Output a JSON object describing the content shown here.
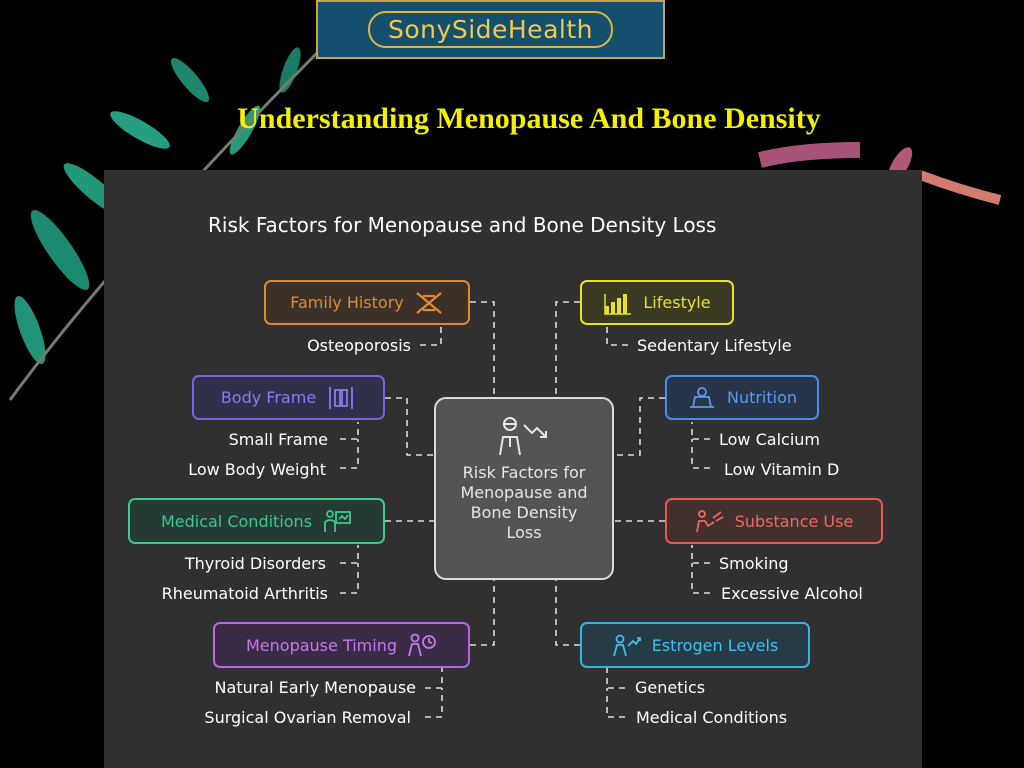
{
  "logo": {
    "text": "SonySideHealth"
  },
  "page_title": "Understanding Menopause And Bone Density",
  "diagram": {
    "title": "Risk Factors for Menopause and Bone Density Loss",
    "center": {
      "label": "Risk Factors for Menopause and Bone Density Loss",
      "icon": "person-trend-down-icon"
    },
    "categories": [
      {
        "label": "Family History",
        "color": "#e08a2e",
        "icon": "dna-icon",
        "items": [
          "Osteoporosis"
        ]
      },
      {
        "label": "Body Frame",
        "color": "#7b63e0",
        "icon": "frame-icon",
        "items": [
          "Small Frame",
          "Low Body Weight"
        ]
      },
      {
        "label": "Medical Conditions",
        "color": "#3cc98a",
        "icon": "doctor-board-icon",
        "items": [
          "Thyroid Disorders",
          "Rheumatoid Arthritis"
        ]
      },
      {
        "label": "Menopause Timing",
        "color": "#b865e6",
        "icon": "person-clock-icon",
        "items": [
          "Natural Early Menopause",
          "Surgical Ovarian Removal"
        ]
      },
      {
        "label": "Lifestyle",
        "color": "#e8e02a",
        "icon": "bar-chart-icon",
        "items": [
          "Sedentary Lifestyle"
        ]
      },
      {
        "label": "Nutrition",
        "color": "#4a8ae8",
        "icon": "food-scale-icon",
        "items": [
          "Low Calcium",
          "Low Vitamin D"
        ]
      },
      {
        "label": "Substance Use",
        "color": "#e85a50",
        "icon": "smoking-icon",
        "items": [
          "Smoking",
          "Excessive Alcohol"
        ]
      },
      {
        "label": "Estrogen Levels",
        "color": "#34b6e0",
        "icon": "person-trend-up-icon",
        "items": [
          "Genetics",
          "Medical Conditions"
        ]
      }
    ]
  }
}
